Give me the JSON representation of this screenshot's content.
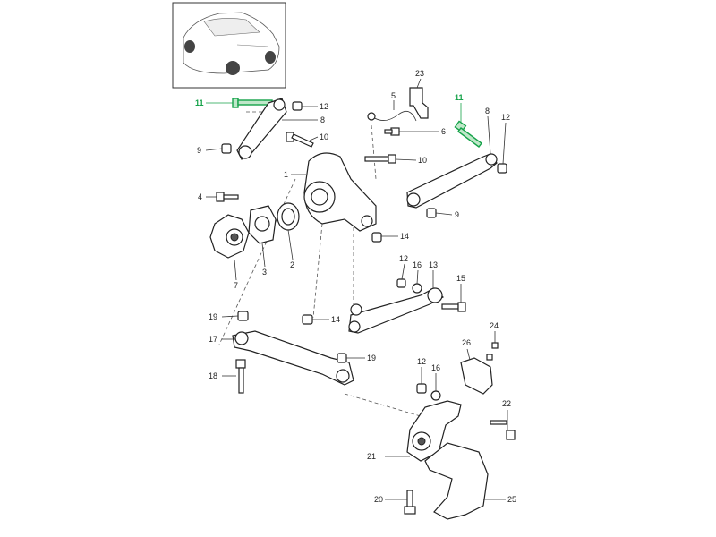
{
  "diagram": {
    "highlight_color": "#16a34a",
    "line_color": "#222222",
    "callouts": [
      {
        "id": "c11a",
        "text": "11",
        "highlight": true
      },
      {
        "id": "c12a",
        "text": "12",
        "highlight": false
      },
      {
        "id": "c8a",
        "text": "8",
        "highlight": false
      },
      {
        "id": "c10a",
        "text": "10",
        "highlight": false
      },
      {
        "id": "c9a",
        "text": "9",
        "highlight": false
      },
      {
        "id": "c1",
        "text": "1",
        "highlight": false
      },
      {
        "id": "c4",
        "text": "4",
        "highlight": false
      },
      {
        "id": "c3",
        "text": "3",
        "highlight": false
      },
      {
        "id": "c2",
        "text": "2",
        "highlight": false
      },
      {
        "id": "c7",
        "text": "7",
        "highlight": false
      },
      {
        "id": "c23",
        "text": "23",
        "highlight": false
      },
      {
        "id": "c5",
        "text": "5",
        "highlight": false
      },
      {
        "id": "c6",
        "text": "6",
        "highlight": false
      },
      {
        "id": "c10b",
        "text": "10",
        "highlight": false
      },
      {
        "id": "c11b",
        "text": "11",
        "highlight": true
      },
      {
        "id": "c8b",
        "text": "8",
        "highlight": false
      },
      {
        "id": "c12b",
        "text": "12",
        "highlight": false
      },
      {
        "id": "c9b",
        "text": "9",
        "highlight": false
      },
      {
        "id": "c14a",
        "text": "14",
        "highlight": false
      },
      {
        "id": "c12c",
        "text": "12",
        "highlight": false
      },
      {
        "id": "c16a",
        "text": "16",
        "highlight": false
      },
      {
        "id": "c13",
        "text": "13",
        "highlight": false
      },
      {
        "id": "c15",
        "text": "15",
        "highlight": false
      },
      {
        "id": "c19a",
        "text": "19",
        "highlight": false
      },
      {
        "id": "c14b",
        "text": "14",
        "highlight": false
      },
      {
        "id": "c17",
        "text": "17",
        "highlight": false
      },
      {
        "id": "c19b",
        "text": "19",
        "highlight": false
      },
      {
        "id": "c18",
        "text": "18",
        "highlight": false
      },
      {
        "id": "c24",
        "text": "24",
        "highlight": false
      },
      {
        "id": "c26",
        "text": "26",
        "highlight": false
      },
      {
        "id": "c12d",
        "text": "12",
        "highlight": false
      },
      {
        "id": "c16b",
        "text": "16",
        "highlight": false
      },
      {
        "id": "c22",
        "text": "22",
        "highlight": false
      },
      {
        "id": "c21",
        "text": "21",
        "highlight": false
      },
      {
        "id": "c20",
        "text": "20",
        "highlight": false
      },
      {
        "id": "c25",
        "text": "25",
        "highlight": false
      }
    ]
  }
}
